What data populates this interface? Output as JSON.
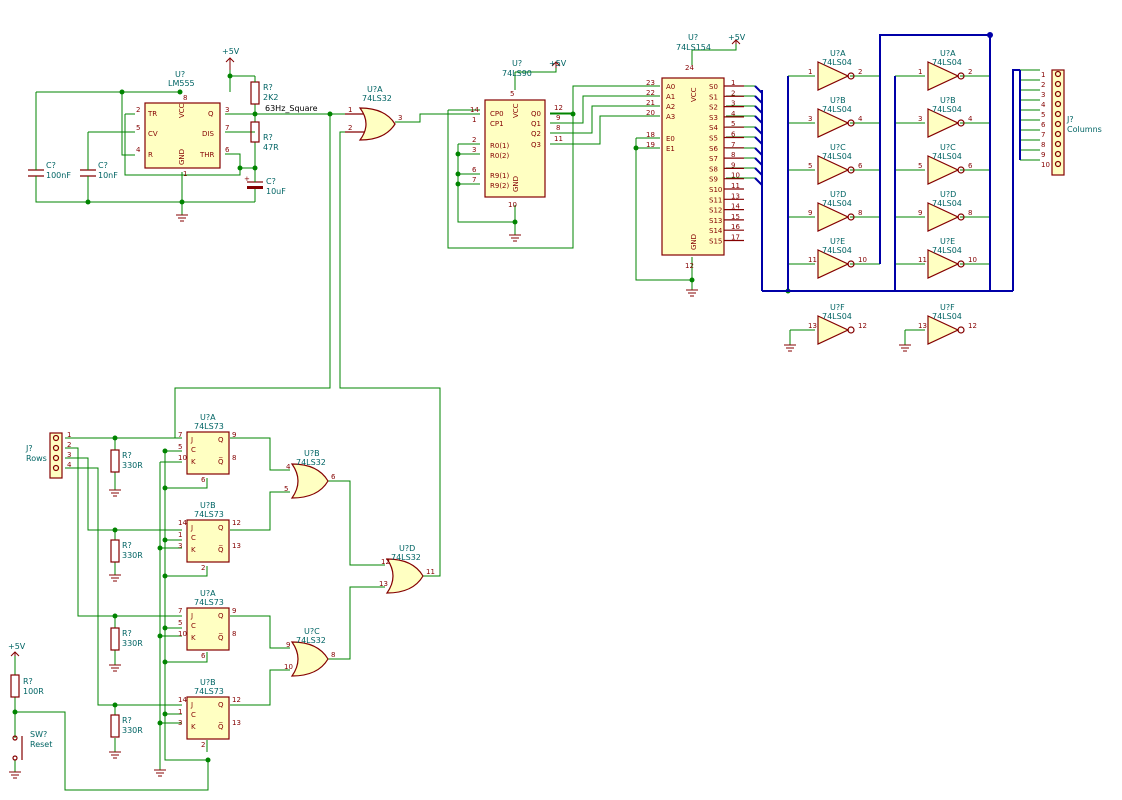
{
  "timer": {
    "ref": "U?",
    "value": "LM555",
    "pins": [
      "TR",
      "CV",
      "R",
      "VCC",
      "GND",
      "Q",
      "DIS",
      "THR"
    ],
    "pin_nums": [
      "2",
      "5",
      "4",
      "8",
      "1",
      "3",
      "7",
      "6"
    ]
  },
  "caps": [
    {
      "ref": "C?",
      "value": "100nF"
    },
    {
      "ref": "C?",
      "value": "10nF"
    },
    {
      "ref": "C?",
      "value": "10uF"
    }
  ],
  "resistors": {
    "r1": {
      "ref": "R?",
      "value": "2K2"
    },
    "r2": {
      "ref": "R?",
      "value": "47R"
    },
    "reset": {
      "ref": "R?",
      "value": "100R"
    },
    "rows": [
      {
        "ref": "R?",
        "value": "330R"
      },
      {
        "ref": "R?",
        "value": "330R"
      },
      {
        "ref": "R?",
        "value": "330R"
      },
      {
        "ref": "R?",
        "value": "330R"
      }
    ]
  },
  "power": {
    "vcc": "+5V"
  },
  "net_square": "63Hz_Square",
  "or_top": {
    "ref": "U?A",
    "value": "74LS32",
    "in1": "1",
    "in2": "2",
    "out": "3"
  },
  "counter": {
    "ref": "U?",
    "value": "74LS90",
    "left": [
      "CP0",
      "CP1",
      "R0(1)",
      "R0(2)",
      "R9(1)",
      "R9(2)"
    ],
    "left_nums": [
      "14",
      "1",
      "2",
      "3",
      "6",
      "7"
    ],
    "right": [
      "Q0",
      "Q1",
      "Q2",
      "Q3"
    ],
    "right_nums": [
      "12",
      "9",
      "8",
      "11"
    ],
    "vcc": "VCC",
    "gnd": "GND",
    "vcc_num": "5",
    "gnd_num": "10"
  },
  "decoder": {
    "ref": "U?",
    "value": "74LS154",
    "left": [
      "A0",
      "A1",
      "A2",
      "A3",
      "E0",
      "E1"
    ],
    "left_nums": [
      "23",
      "22",
      "21",
      "20",
      "18",
      "19"
    ],
    "right": [
      "S0",
      "S1",
      "S2",
      "S3",
      "S4",
      "S5",
      "S6",
      "S7",
      "S8",
      "S9",
      "S10",
      "S11",
      "S12",
      "S13",
      "S14",
      "S15"
    ],
    "right_nums": [
      "1",
      "2",
      "3",
      "4",
      "5",
      "6",
      "7",
      "8",
      "9",
      "10",
      "11",
      "13",
      "14",
      "15",
      "16",
      "17"
    ],
    "vcc": "VCC",
    "gnd": "GND",
    "vcc_num": "24",
    "gnd_num": "12"
  },
  "inverters_a": [
    {
      "ref": "U?A",
      "value": "74LS04",
      "in": "1",
      "out": "2"
    },
    {
      "ref": "U?B",
      "value": "74LS04",
      "in": "3",
      "out": "4"
    },
    {
      "ref": "U?C",
      "value": "74LS04",
      "in": "5",
      "out": "6"
    },
    {
      "ref": "U?D",
      "value": "74LS04",
      "in": "9",
      "out": "8"
    },
    {
      "ref": "U?E",
      "value": "74LS04",
      "in": "11",
      "out": "10"
    },
    {
      "ref": "U?F",
      "value": "74LS04",
      "in": "13",
      "out": "12"
    }
  ],
  "inverters_b": [
    {
      "ref": "U?A",
      "value": "74LS04",
      "in": "1",
      "out": "2"
    },
    {
      "ref": "U?B",
      "value": "74LS04",
      "in": "3",
      "out": "4"
    },
    {
      "ref": "U?C",
      "value": "74LS04",
      "in": "5",
      "out": "6"
    },
    {
      "ref": "U?D",
      "value": "74LS04",
      "in": "9",
      "out": "8"
    },
    {
      "ref": "U?E",
      "value": "74LS04",
      "in": "11",
      "out": "10"
    },
    {
      "ref": "U?F",
      "value": "74LS04",
      "in": "13",
      "out": "12"
    }
  ],
  "columns_conn": {
    "ref": "J?",
    "value": "Columns",
    "pins": [
      "1",
      "2",
      "3",
      "4",
      "5",
      "6",
      "7",
      "8",
      "9",
      "10"
    ]
  },
  "rows_conn": {
    "ref": "J?",
    "value": "Rows",
    "pins": [
      "1",
      "2",
      "3",
      "4"
    ]
  },
  "flipflops": [
    {
      "ref": "U?A",
      "value": "74LS73",
      "j": "7",
      "c": "5",
      "k": "10",
      "q": "9",
      "qn": "8",
      "r": "6"
    },
    {
      "ref": "U?B",
      "value": "74LS73",
      "j": "14",
      "c": "1",
      "k": "3",
      "q": "12",
      "qn": "13",
      "r": "2"
    },
    {
      "ref": "U?A",
      "value": "74LS73",
      "j": "7",
      "c": "5",
      "k": "10",
      "q": "9",
      "qn": "8",
      "r": "6"
    },
    {
      "ref": "U?B",
      "value": "74LS73",
      "j": "14",
      "c": "1",
      "k": "3",
      "q": "12",
      "qn": "13",
      "r": "2"
    }
  ],
  "ff_pins": [
    "J",
    "C",
    "K",
    "Q",
    "Q̅"
  ],
  "or_gates": [
    {
      "ref": "U?B",
      "value": "74LS32",
      "in1": "4",
      "in2": "5",
      "out": "6"
    },
    {
      "ref": "U?C",
      "value": "74LS32",
      "in1": "9",
      "in2": "10",
      "out": "8"
    },
    {
      "ref": "U?D",
      "value": "74LS32",
      "in1": "12",
      "in2": "13",
      "out": "11"
    }
  ],
  "reset_switch": {
    "ref": "SW?",
    "value": "Reset"
  }
}
